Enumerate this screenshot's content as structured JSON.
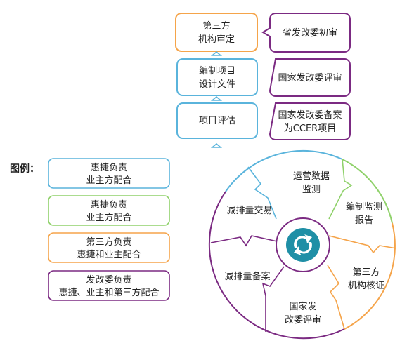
{
  "colors": {
    "blue": "#5ab4dc",
    "green": "#8fd16a",
    "orange": "#f5a44a",
    "purple": "#7b2a82",
    "center_teal": "#1f8fa6",
    "wheel_bg": "#ffffff"
  },
  "top_steps": {
    "third_party_review": [
      "第三方",
      "机构审定"
    ],
    "compile_docs": [
      "编制项目",
      "设计文件"
    ],
    "evaluation": [
      "项目评估"
    ],
    "ndrc_initial": [
      "省发改委初审"
    ],
    "ndrc_review": [
      "国家发改委评审"
    ],
    "ndrc_record": [
      "国家发改委备案",
      "为CCER项目"
    ]
  },
  "wheel": {
    "ops_monitoring": [
      "运营数据",
      "监测"
    ],
    "compile_report": [
      "编制监测",
      "报告"
    ],
    "third_party_verify": [
      "第三方",
      "机构核证"
    ],
    "ndrc_review": [
      "国家发",
      "改委评审"
    ],
    "reduction_record": [
      "减排量备案"
    ],
    "reduction_trade": [
      "减排量交易"
    ],
    "center_icon": "recycle-arrows-icon"
  },
  "legend": {
    "title": "图例：",
    "items": [
      {
        "color": "blue",
        "lines": [
          "惠捷负责",
          "业主方配合"
        ]
      },
      {
        "color": "green",
        "lines": [
          "惠捷负责",
          "业主方配合"
        ]
      },
      {
        "color": "orange",
        "lines": [
          "第三方负责",
          "惠捷和业主配合"
        ]
      },
      {
        "color": "purple",
        "lines": [
          "发改委负责",
          "惠捷、业主和第三方配合"
        ]
      }
    ]
  }
}
